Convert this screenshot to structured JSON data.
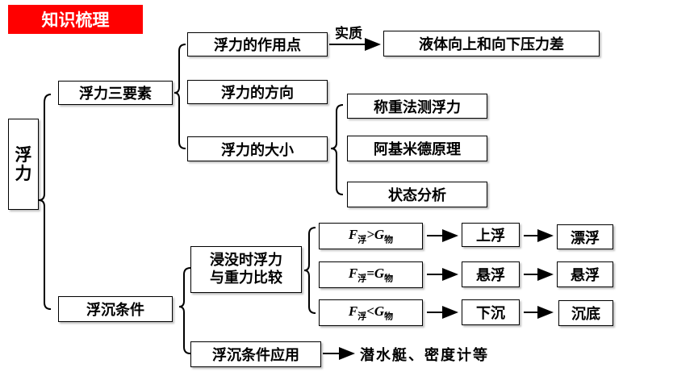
{
  "title": "知识梳理",
  "root": [
    "浮",
    "力"
  ],
  "branch1": {
    "label": "浮力三要素",
    "point": "浮力的作用点",
    "essence_label": "实质",
    "essence_result": "液体向上和向下压力差",
    "direction": "浮力的方向",
    "size": "浮力的大小",
    "methods": [
      "称重法测浮力",
      "阿基米德原理",
      "状态分析"
    ]
  },
  "branch2": {
    "label": "浮沉条件",
    "compare": [
      "浸没时浮力",
      "与重力比较"
    ],
    "formula_sub_f": "浮",
    "formula_sub_g": "物",
    "conditions": [
      {
        "op": ">",
        "state": "上浮",
        "final": "漂浮"
      },
      {
        "op": "=",
        "state": "悬浮",
        "final": "悬浮"
      },
      {
        "op": "<",
        "state": "下沉",
        "final": "沉底"
      }
    ],
    "application": "浮沉条件应用",
    "application_examples": "潜水艇、密度计等"
  },
  "colors": {
    "title_bg": "#ff0000",
    "title_fg": "#ffffff",
    "line": "#000000"
  }
}
